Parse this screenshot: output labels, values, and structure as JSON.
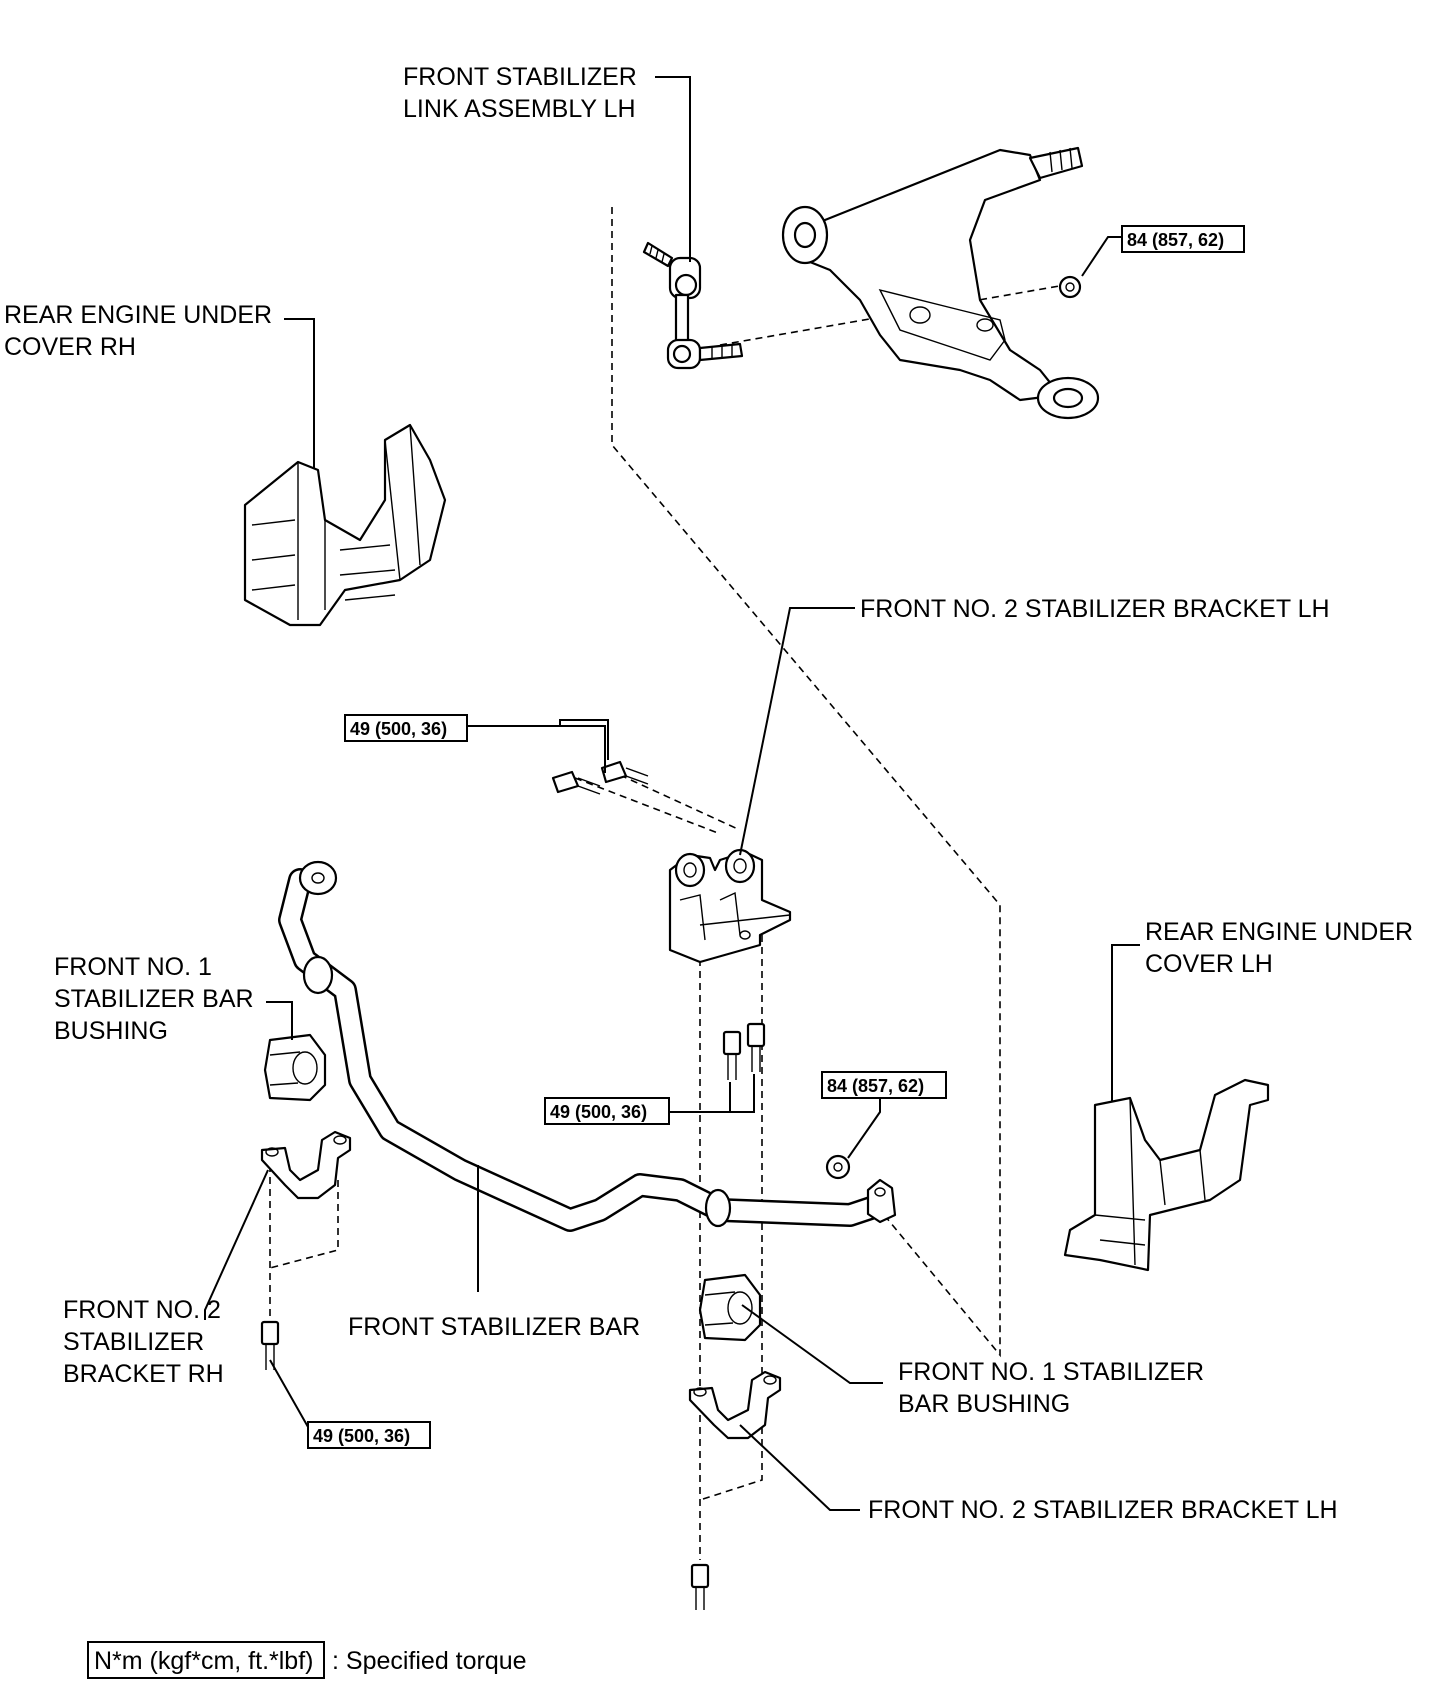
{
  "labels": {
    "link_assembly_lh_1": "FRONT STABILIZER",
    "link_assembly_lh_2": "LINK ASSEMBLY LH",
    "under_cover_rh_1": "REAR ENGINE UNDER",
    "under_cover_rh_2": "COVER RH",
    "bracket_no2_lh_top": "FRONT NO. 2 STABILIZER BRACKET LH",
    "bushing_no1_left_1": "FRONT NO. 1",
    "bushing_no1_left_2": "STABILIZER BAR",
    "bushing_no1_left_3": "BUSHING",
    "under_cover_lh_1": "REAR ENGINE UNDER",
    "under_cover_lh_2": "COVER LH",
    "bracket_no2_rh_1": "FRONT NO. 2",
    "bracket_no2_rh_2": "STABILIZER",
    "bracket_no2_rh_3": "BRACKET RH",
    "stabilizer_bar": "FRONT STABILIZER BAR",
    "bushing_no1_right_1": "FRONT NO. 1 STABILIZER",
    "bushing_no1_right_2": "BAR BUSHING",
    "bracket_no2_lh_bottom": "FRONT NO. 2 STABILIZER BRACKET LH"
  },
  "torques": {
    "arm_nut": "84 (857, 62)",
    "bracket_top_bolts": "49 (500, 36)",
    "bracket_mid_bolts": "49 (500, 36)",
    "link_nut": "84 (857, 62)",
    "bracket_rh_bolt": "49 (500, 36)"
  },
  "legend": {
    "unit": "N*m (kgf*cm, ft.*lbf)",
    "text": ": Specified torque"
  }
}
